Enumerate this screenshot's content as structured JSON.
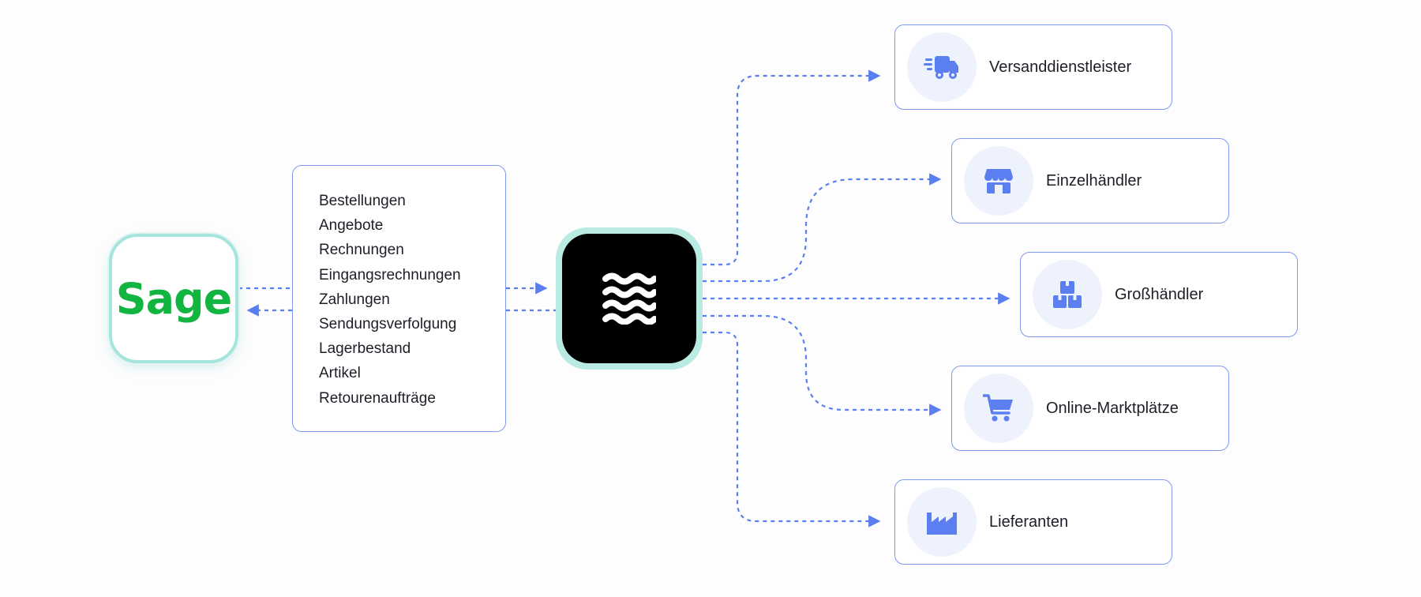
{
  "source": {
    "logo_text": "Sage",
    "brand_color": "#12b53f"
  },
  "hub": {
    "icon": "waves-icon"
  },
  "data_types": {
    "items": [
      "Bestellungen",
      "Angebote",
      "Rechnungen",
      "Eingangsrechnungen",
      "Zahlungen",
      "Sendungsverfolgung",
      "Lagerbestand",
      "Artikel",
      "Retourenaufträge"
    ]
  },
  "targets": [
    {
      "label": "Versanddienstleister",
      "icon": "truck-icon"
    },
    {
      "label": "Einzelhändler",
      "icon": "store-icon"
    },
    {
      "label": "Großhändler",
      "icon": "boxes-icon"
    },
    {
      "label": "Online-Marktplätze",
      "icon": "cart-icon"
    },
    {
      "label": "Lieferanten",
      "icon": "factory-icon"
    }
  ],
  "colors": {
    "connector": "#5b7ff0",
    "box_border": "#7f98f0",
    "icon_fill": "#5b7ff0",
    "tile_glow": "#a6e4dd"
  }
}
